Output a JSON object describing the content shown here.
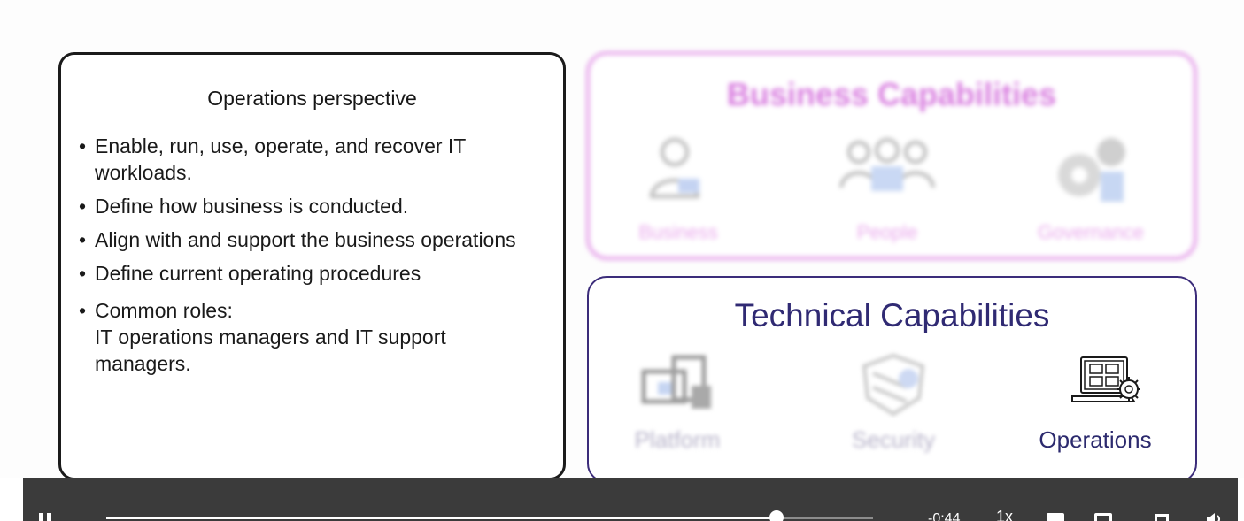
{
  "slide": {
    "perspective": {
      "title": "Operations perspective",
      "bullets": [
        "Enable, run, use, operate, and recover IT\nworkloads.",
        "Define how business is conducted.",
        "Align with and support the business operations",
        "Define current operating procedures",
        "Common roles:\nIT operations managers and IT support\nmanagers."
      ]
    },
    "business": {
      "title": "Business Capabilities",
      "items": [
        {
          "label": "Business",
          "icon": "business-person-icon"
        },
        {
          "label": "People",
          "icon": "people-group-icon"
        },
        {
          "label": "Governance",
          "icon": "governance-gear-icon"
        }
      ]
    },
    "technical": {
      "title": "Technical Capabilities",
      "items": [
        {
          "label": "Platform",
          "icon": "platform-devices-icon"
        },
        {
          "label": "Security",
          "icon": "security-shield-icon"
        },
        {
          "label": "Operations",
          "icon": "operations-laptop-gear-icon"
        }
      ]
    }
  },
  "player": {
    "time_remaining": "-0:44",
    "speed": "1x",
    "progress": 0.874
  },
  "colors": {
    "business_accent": "#d97fe0",
    "technical_accent": "#302a73",
    "control_bar": "#3b3b3b"
  }
}
